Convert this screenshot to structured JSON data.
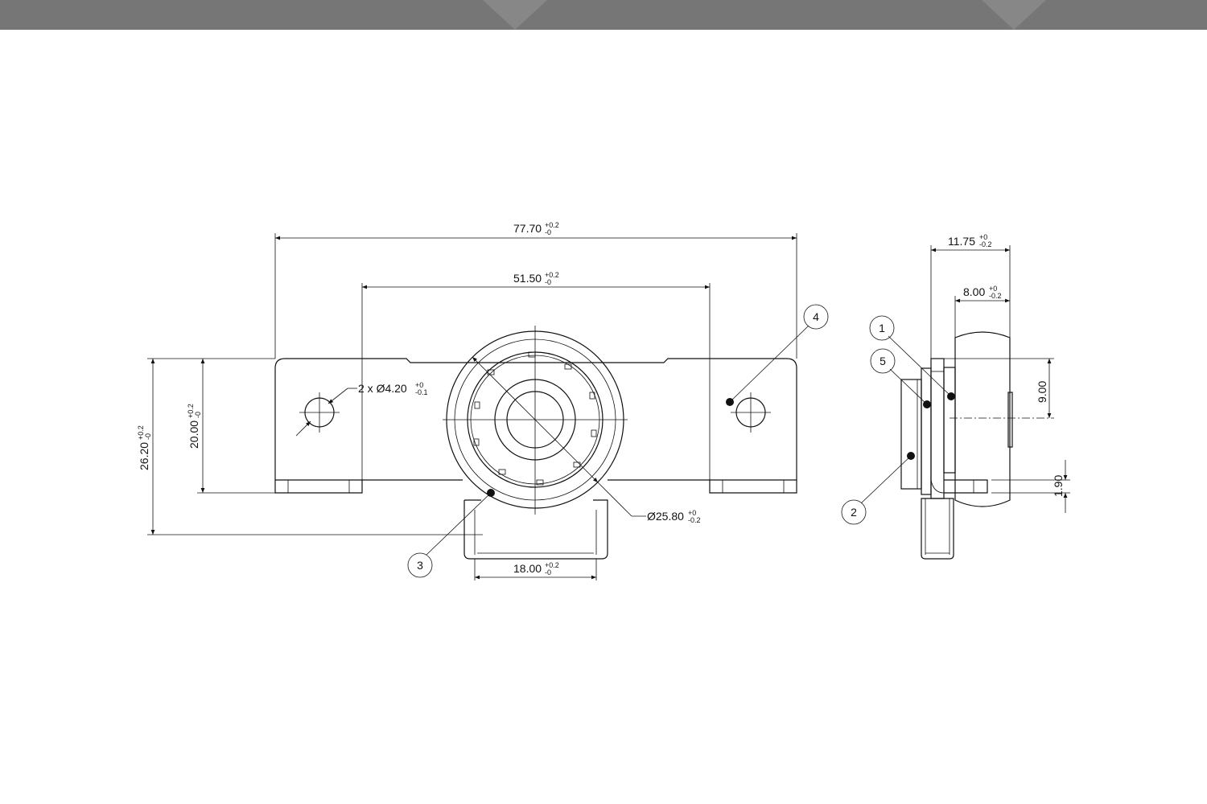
{
  "dimensions": {
    "overall_width": {
      "value": "77.70",
      "upper": "+0.2",
      "lower": "-0"
    },
    "hole_spacing": {
      "value": "51.50",
      "upper": "+0.2",
      "lower": "-0"
    },
    "hole_diameter": {
      "value": "2 x Ø4.20",
      "upper": "+0",
      "lower": "-0.1"
    },
    "overall_height": {
      "value": "26.20",
      "upper": "+0.2",
      "lower": "-0"
    },
    "body_height": {
      "value": "20.00",
      "upper": "+0.2",
      "lower": "-0"
    },
    "ring_diameter": {
      "value": "Ø25.80",
      "upper": "+0",
      "lower": "-0.2"
    },
    "hub_width": {
      "value": "18.00",
      "upper": "+0.2",
      "lower": "-0"
    },
    "side_depth": {
      "value": "11.75",
      "upper": "+0",
      "lower": "-0.2"
    },
    "body_depth": {
      "value": "8.00",
      "upper": "+0",
      "lower": "-0.2"
    },
    "center_offset": {
      "value": "9.00"
    },
    "tab_thickness": {
      "value": "1.90"
    }
  },
  "balloons": [
    "1",
    "2",
    "3",
    "4",
    "5"
  ]
}
